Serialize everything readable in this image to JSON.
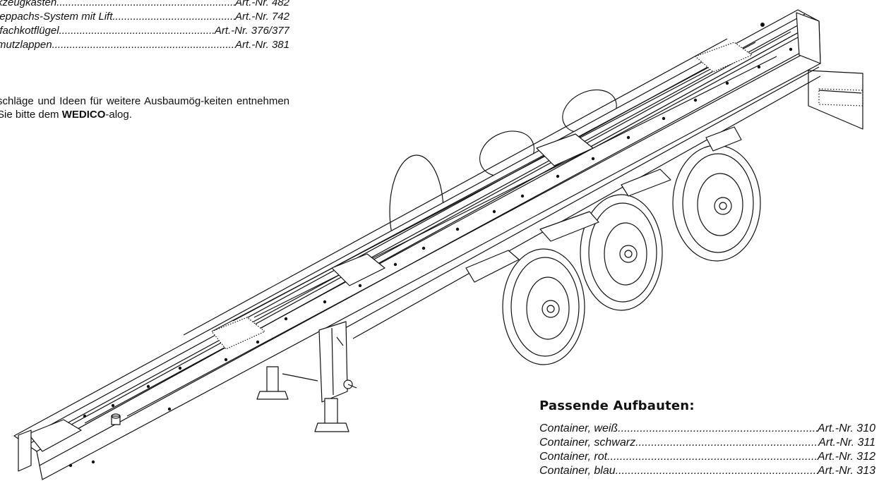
{
  "accessories": [
    {
      "name": "kzeugkasten",
      "art": "Art.-Nr. 482"
    },
    {
      "name": "leppachs-System mit Lift ",
      "art": "Art.-Nr. 742"
    },
    {
      "name": "ifachkotflügel",
      "art": " Art.-Nr. 376/377"
    },
    {
      "name": "mutzlappen",
      "art": "Art.-Nr. 381"
    }
  ],
  "note": {
    "before": "schläge und Ideen für weitere Ausbaumög-keiten entnehmen Sie bitte dem ",
    "brand": "WEDICO",
    "after": "-alog."
  },
  "aufbauten": {
    "title": "Passende Aufbauten:",
    "items": [
      {
        "name": "Container, weiß",
        "art": "Art.-Nr. 310"
      },
      {
        "name": "Container, schwarz ",
        "art": "Art.-Nr. 311"
      },
      {
        "name": "Container, rot",
        "art": "Art.-Nr. 312"
      },
      {
        "name": "Container, blau",
        "art": "Art.-Nr. 313"
      }
    ]
  },
  "colors": {
    "ink": "#111111",
    "paper": "#ffffff"
  },
  "figure": {
    "type": "technical-line-drawing",
    "subject": "trailer-chassis-three-axle"
  }
}
